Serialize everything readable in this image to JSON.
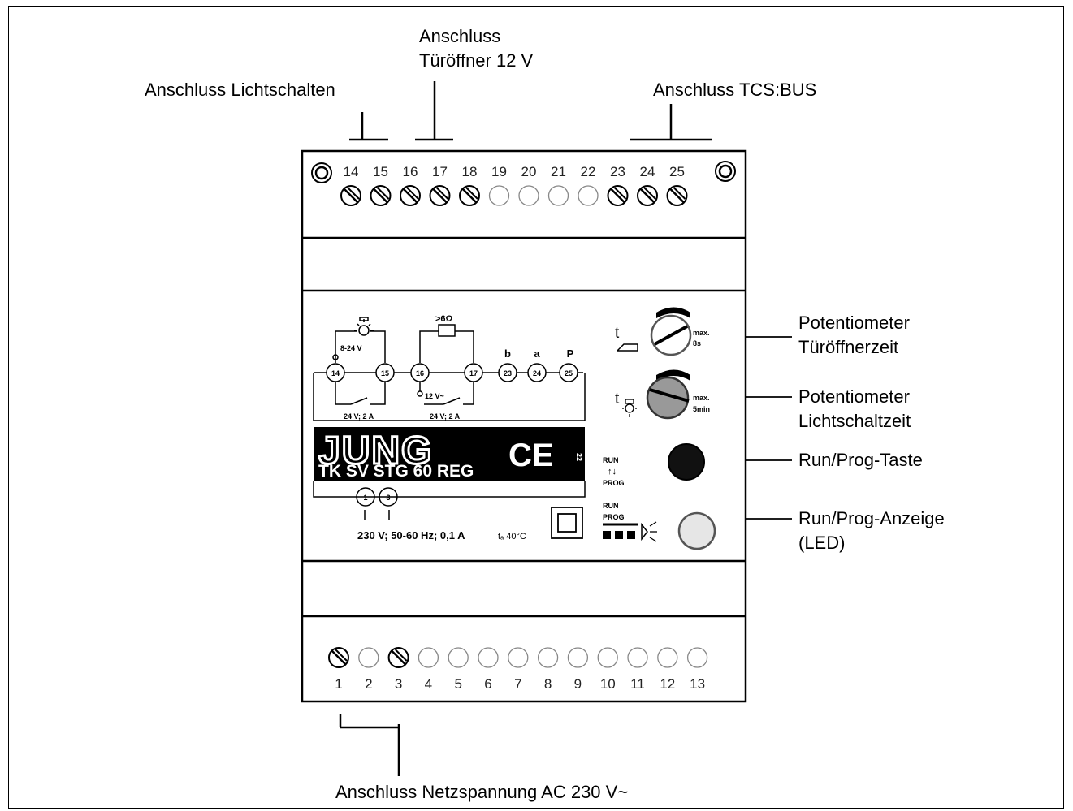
{
  "labels": {
    "lichtschalten": "Anschluss Lichtschalten",
    "tueroeffner_line1": "Anschluss",
    "tueroeffner_line2": "Türöffner 12 V",
    "tcs_bus": "Anschluss TCS:BUS",
    "netzspannung": "Anschluss Netzspannung AC 230 V~",
    "pot_tuer_line1": "Potentiometer",
    "pot_tuer_line2": "Türöffnerzeit",
    "pot_licht_line1": "Potentiometer",
    "pot_licht_line2": "Lichtschaltzeit",
    "run_prog_taste": "Run/Prog-Taste",
    "run_prog_anzeige_line1": "Run/Prog-Anzeige",
    "run_prog_anzeige_line2": "(LED)"
  },
  "device": {
    "brand": "JUNG",
    "model": "TK SV STG 60 REG",
    "ce": "CE",
    "ce_small": "22",
    "supply_text": "230 V; 50-60 Hz; 0,1 A",
    "ta_text": "tₐ 40°C",
    "top_terminal_numbers": [
      "14",
      "15",
      "16",
      "17",
      "18",
      "19",
      "20",
      "21",
      "22",
      "23",
      "24",
      "25"
    ],
    "top_terminal_screws": [
      true,
      true,
      true,
      true,
      true,
      false,
      false,
      false,
      false,
      true,
      true,
      true
    ],
    "bottom_terminal_numbers": [
      "1",
      "2",
      "3",
      "4",
      "5",
      "6",
      "7",
      "8",
      "9",
      "10",
      "11",
      "12",
      "13"
    ],
    "bottom_terminal_screws": [
      true,
      false,
      true,
      false,
      false,
      false,
      false,
      false,
      false,
      false,
      false,
      false,
      false
    ],
    "schematic": {
      "light_voltage": "8-24 V",
      "ohm": ">6Ω",
      "door_voltage": "12 V~",
      "relay1_rating": "24 V; 2 A",
      "relay2_rating": "24 V; 2 A",
      "term_14": "14",
      "term_15": "15",
      "term_16": "16",
      "term_17": "17",
      "term_23": "23",
      "term_24": "24",
      "term_25": "25",
      "b": "b",
      "a": "a",
      "p": "P",
      "supply_1": "1",
      "supply_3": "3"
    },
    "pot_door": {
      "t": "t",
      "max": "max.",
      "value": "8s"
    },
    "pot_light": {
      "t": "t",
      "max": "max.",
      "value": "5min"
    },
    "run_label_1": "RUN",
    "prog_label_1": "PROG",
    "run_label_2": "RUN",
    "prog_label_2": "PROG"
  }
}
